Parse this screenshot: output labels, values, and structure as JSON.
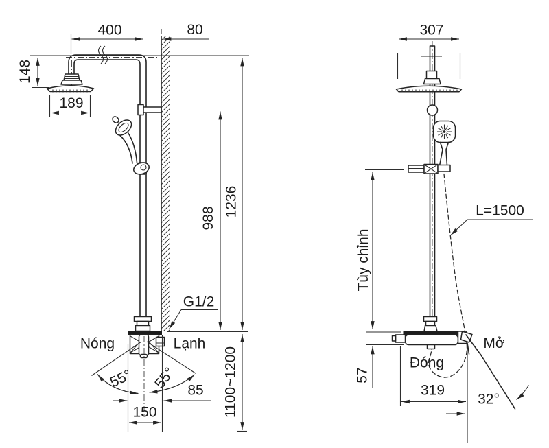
{
  "diagram": {
    "type": "shower-system-technical-drawing",
    "background_color": "#ffffff",
    "line_color": "#242424",
    "front_view": {
      "dim_arm_reach": "400",
      "dim_wall_offset": "80",
      "dim_head_height": "148",
      "dim_head_diameter": "189",
      "dim_bracket_height": "988",
      "dim_total_height": "1236",
      "dim_install_height": "1100~1200",
      "thread_label": "G1/2",
      "hot_label": "Nóng",
      "cold_label": "Lạnh",
      "dim_swing_angle_left": "55°",
      "dim_swing_angle_right": "55°",
      "dim_spout_offset": "85",
      "dim_inlet_spacing": "150"
    },
    "side_view": {
      "dim_head_width": "307",
      "adjustable_label": "Tùy chỉnh",
      "hose_length_label": "L=1500",
      "dim_body_height": "57",
      "dim_spout_reach": "319",
      "dim_handle_angle": "32°",
      "open_label": "Mở",
      "closed_label": "Đóng"
    }
  }
}
